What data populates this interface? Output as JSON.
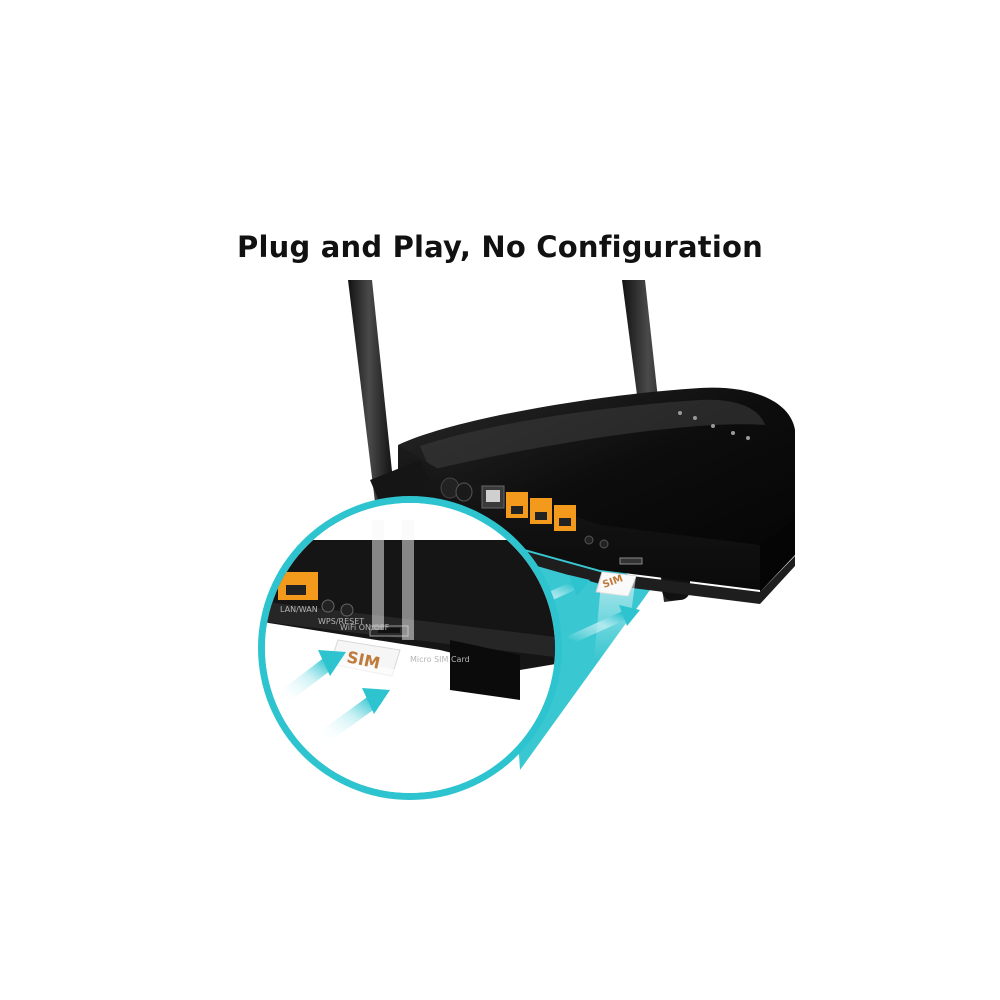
{
  "headline": "Plug and Play, No Configuration",
  "router": {
    "ports": {
      "lan_wan_label": "LAN/WAN",
      "wps_reset_label": "WPS/RESET",
      "wifi_onoff_label": "WiFi ON/OFF",
      "sim_slot_label": "Micro SIM Card"
    },
    "sim_card_text": "SIM"
  },
  "colors": {
    "accent": "#2ec4cf",
    "router_body": "#0c0c0c",
    "port_orange": "#f39a1c",
    "sim_text": "#c07a3a"
  }
}
